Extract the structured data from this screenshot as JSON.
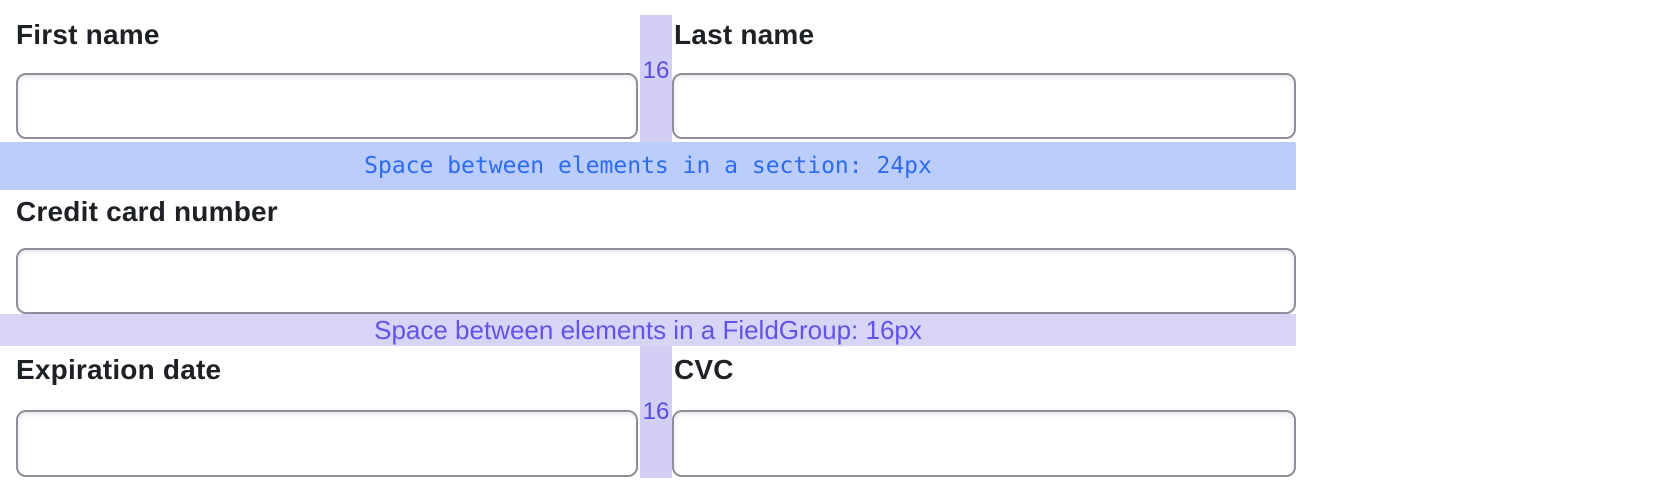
{
  "colors": {
    "label-text": "#1d2024",
    "input-border": "#8e8e99",
    "section-band-bg": "#bacdfb",
    "section-band-text": "#2e6bf2",
    "group-band-bg": "#d8d4f6",
    "group-band-text": "#6154e6",
    "gap-band-bg": "#d2cef4",
    "gap-band-text": "#574edf"
  },
  "form": {
    "name_row": {
      "first_name_label": "First name",
      "last_name_label": "Last name",
      "gap_badge": "16"
    },
    "section_spacer_label": "Space between elements in a section: 24px",
    "card_label": "Credit card number",
    "group_spacer_label": "Space between elements in a FieldGroup: 16px",
    "expiry_row": {
      "expiration_label": "Expiration date",
      "cvc_label": "CVC",
      "gap_badge": "16"
    }
  }
}
